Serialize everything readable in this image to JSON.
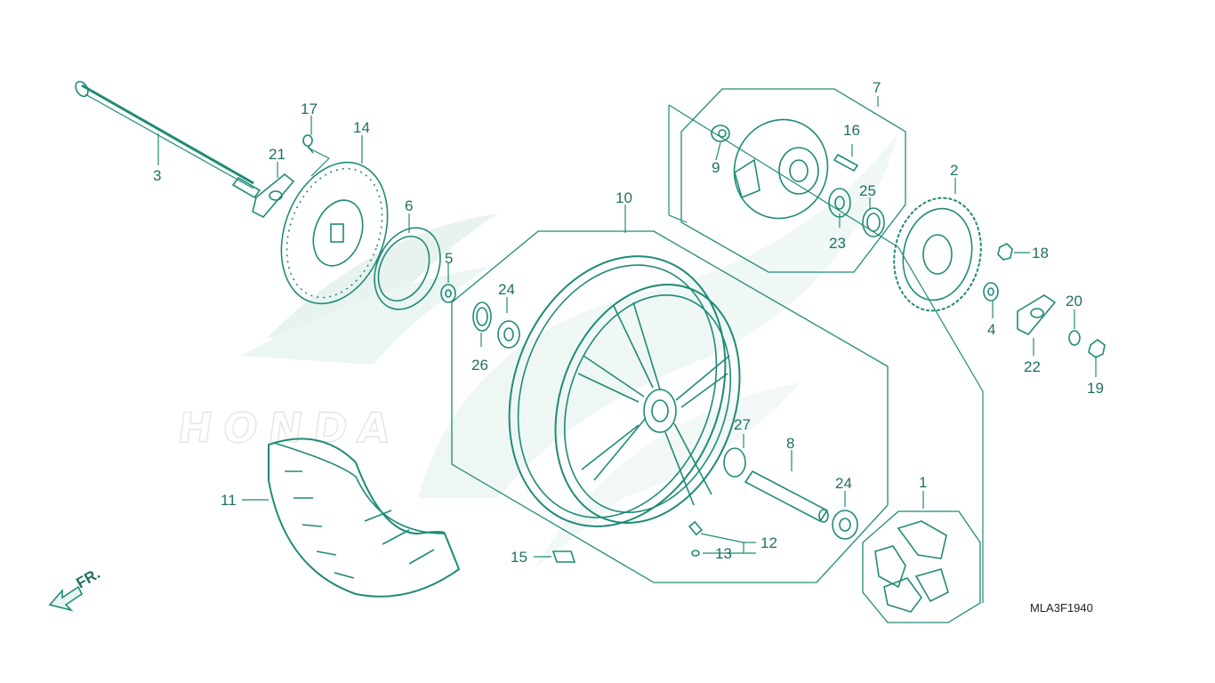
{
  "colors": {
    "line": "#1f8a78",
    "watermark": "#cfe6df",
    "text": "#1f6f62"
  },
  "watermark": {
    "brand_text": "HONDA"
  },
  "direction_marker": {
    "label": "FR."
  },
  "diagram_code": "MLA3F1940",
  "callouts": {
    "c1": "1",
    "c2": "2",
    "c3": "3",
    "c4": "4",
    "c5": "5",
    "c6": "6",
    "c7": "7",
    "c8": "8",
    "c9": "9",
    "c10": "10",
    "c11": "11",
    "c12": "12",
    "c13": "13",
    "c14": "14",
    "c15": "15",
    "c16": "16",
    "c17": "17",
    "c18": "18",
    "c19": "19",
    "c20": "20",
    "c21": "21",
    "c22": "22",
    "c23": "23",
    "c24a": "24",
    "c24b": "24",
    "c25": "25",
    "c26": "26",
    "c27": "27"
  }
}
